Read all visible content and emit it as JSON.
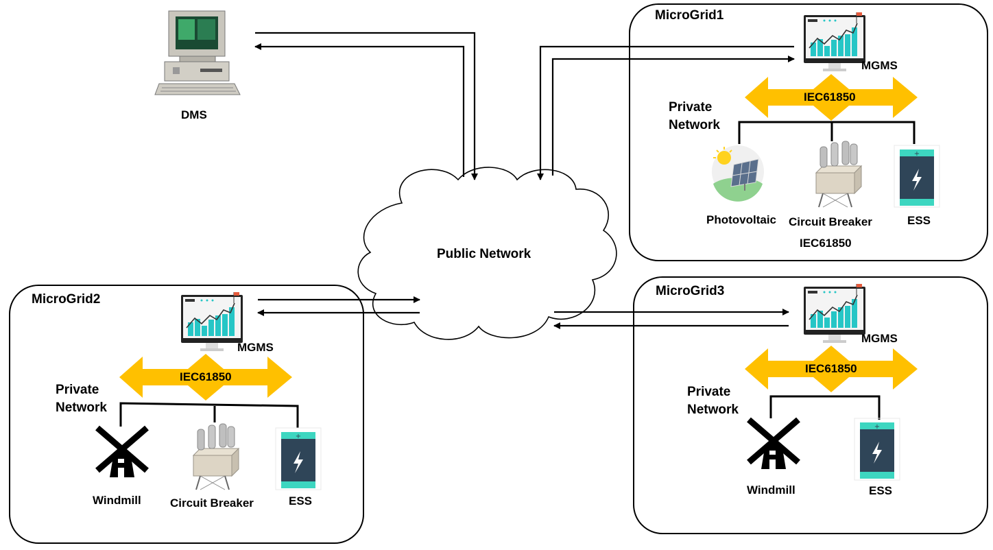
{
  "dms": {
    "label": "DMS"
  },
  "cloud": {
    "label": "Public Network"
  },
  "microgrid1": {
    "title": "MicroGrid1",
    "mgms_label": "MGMS",
    "protocol": "IEC61850",
    "network_label_1": "Private",
    "network_label_2": "Network",
    "devices": [
      "Photovoltaic",
      "Circuit Breaker",
      "ESS"
    ],
    "footer": "IEC61850"
  },
  "microgrid2": {
    "title": "MicroGrid2",
    "mgms_label": "MGMS",
    "protocol": "IEC61850",
    "network_label_1": "Private",
    "network_label_2": "Network",
    "devices": [
      "Windmill",
      "Circuit Breaker",
      "ESS"
    ]
  },
  "microgrid3": {
    "title": "MicroGrid3",
    "mgms_label": "MGMS",
    "protocol": "IEC61850",
    "network_label_1": "Private",
    "network_label_2": "Network",
    "devices": [
      "Windmill",
      "ESS"
    ]
  },
  "colors": {
    "iec_arrow": "#ffc000",
    "chart_teal": "#26c6c6",
    "battery_body": "#2f4558",
    "battery_cap": "#3dd6c0"
  }
}
